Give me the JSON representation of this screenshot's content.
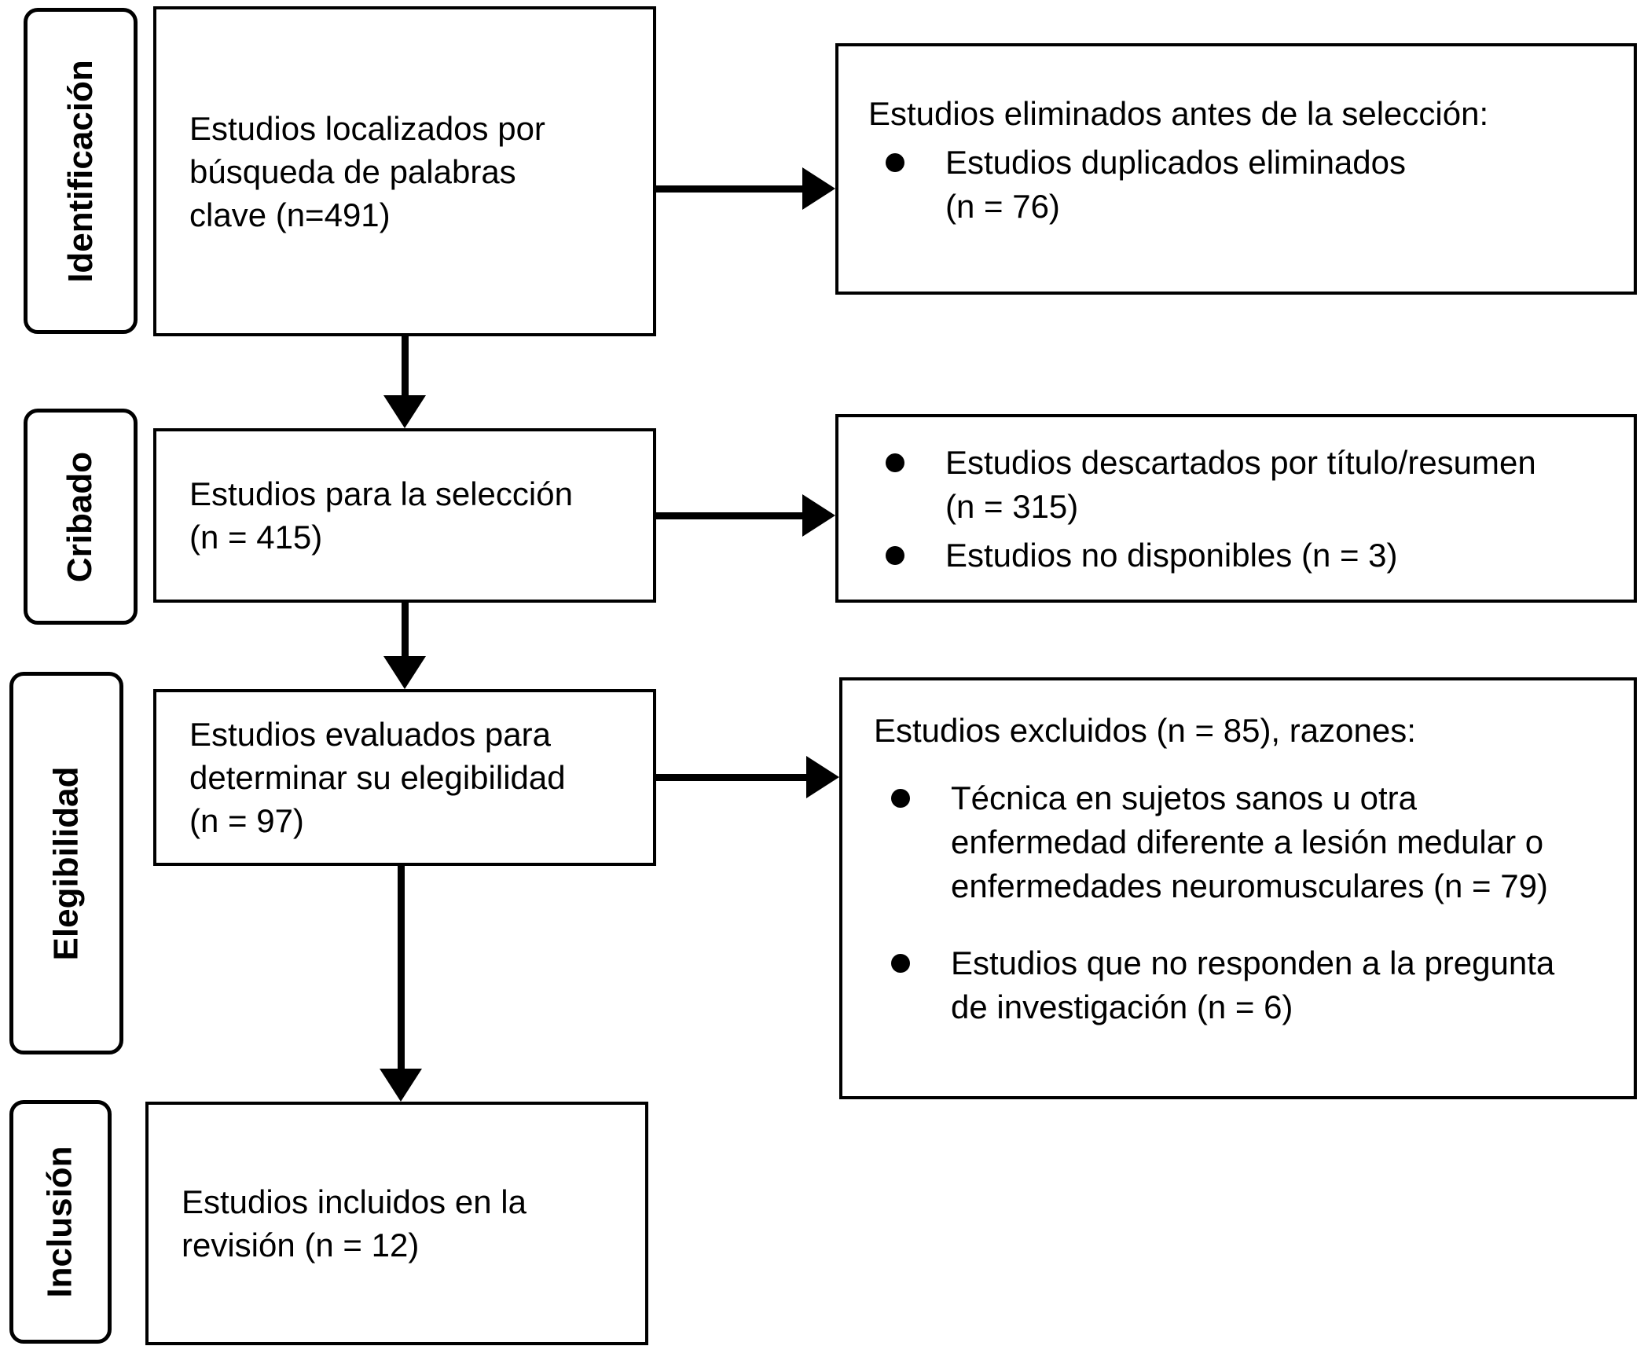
{
  "stages": [
    {
      "label": "Identificación"
    },
    {
      "label": "Cribado"
    },
    {
      "label": "Elegibilidad"
    },
    {
      "label": "Inclusión"
    }
  ],
  "flow": [
    {
      "lines": [
        "Estudios localizados por",
        "búsqueda de palabras",
        "clave (n=491)"
      ]
    },
    {
      "lines": [
        "Estudios para la selección",
        "(n = 415)"
      ]
    },
    {
      "lines": [
        "Estudios evaluados para",
        "determinar su elegibilidad",
        "(n = 97)"
      ]
    },
    {
      "lines": [
        "Estudios incluidos en la",
        "revisión (n = 12)"
      ]
    }
  ],
  "side": [
    {
      "header": "Estudios eliminados antes de la selección:",
      "bullets": [
        {
          "lines": [
            "Estudios duplicados eliminados",
            "(n = 76)"
          ]
        }
      ]
    },
    {
      "bullets": [
        {
          "lines": [
            "Estudios descartados por título/resumen",
            "(n = 315)"
          ]
        },
        {
          "lines": [
            "Estudios no disponibles (n = 3)"
          ]
        }
      ]
    },
    {
      "header": "Estudios excluidos (n = 85), razones:",
      "bullets": [
        {
          "lines": [
            "Técnica en sujetos sanos u otra",
            "enfermedad diferente a lesión medular o",
            "enfermedades neuromusculares (n = 79)"
          ]
        },
        {
          "lines": [
            "Estudios que no responden a la pregunta",
            "de investigación (n = 6)"
          ]
        }
      ]
    }
  ],
  "colors": {
    "border": "#000000",
    "background": "#ffffff",
    "text": "#000000"
  }
}
